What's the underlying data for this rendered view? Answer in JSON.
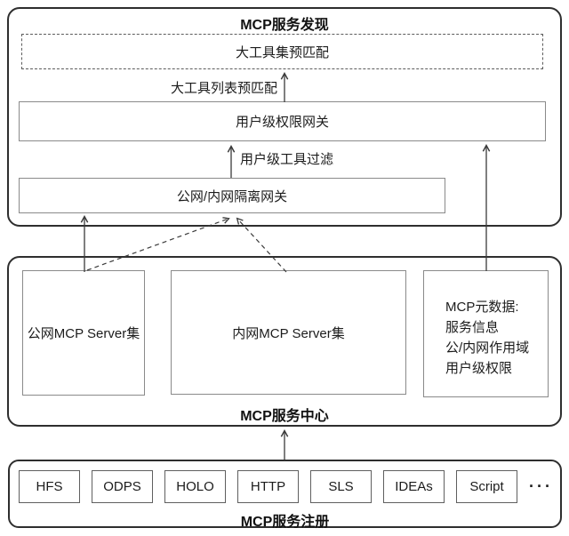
{
  "discovery": {
    "title": "MCP服务发现",
    "prematch_box_label": "大工具集预匹配",
    "prematch_arrow_label": "大工具列表预匹配",
    "permission_gateway_label": "用户级权限网关",
    "filter_arrow_label": "用户级工具过滤",
    "isolation_gateway_label": "公网/内网隔离网关"
  },
  "center": {
    "title": "MCP服务中心",
    "public_servers_label": "公网MCP Server集",
    "internal_servers_label": "内网MCP Server集",
    "metadata_lines": [
      "MCP元数据:",
      "服务信息",
      "公/内网作用域",
      "用户级权限"
    ]
  },
  "registry": {
    "title": "MCP服务注册",
    "services": [
      "HFS",
      "ODPS",
      "HOLO",
      "HTTP",
      "SLS",
      "IDEAs",
      "Script"
    ],
    "more": "···"
  },
  "colors": {
    "section_border": "#2e2e2e",
    "inner_box_border": "#8a8a8a",
    "dashed_border": "#5c5c5c",
    "arrow_stroke": "#3a3a3a",
    "text": "#1c1c1c",
    "background": "#ffffff"
  }
}
